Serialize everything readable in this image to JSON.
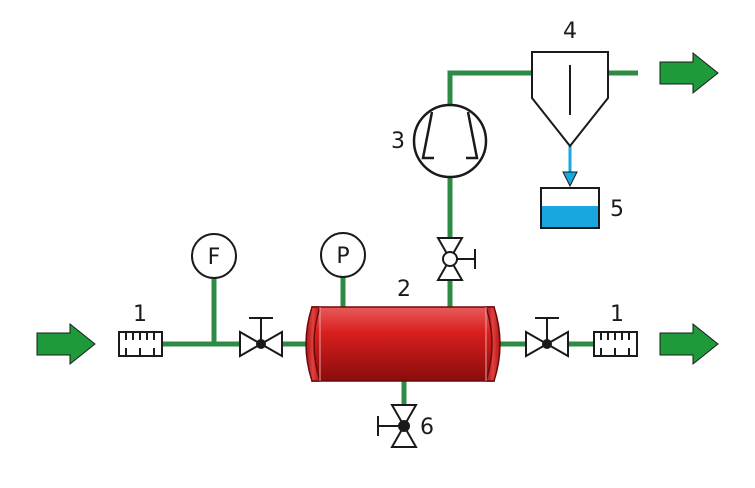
{
  "labels": {
    "flow_filter_left": "1",
    "flow_filter_right": "1",
    "vessel": "2",
    "pump": "3",
    "separator": "4",
    "collector": "5",
    "drain_valve": "6"
  },
  "instruments": {
    "flow": "F",
    "pressure": "P"
  },
  "colors": {
    "pipe": "#2e8b46",
    "arrow": "#1f9a3a",
    "vessel": "#d81e1e",
    "liquid": "#1aa7e0",
    "drain": "#1aa7e0",
    "outline": "#1a1a1a"
  },
  "icons": {
    "inlet_arrow": "arrow-right-icon",
    "outlet_arrow": "arrow-right-icon",
    "gas_outlet_arrow": "arrow-right-icon"
  }
}
